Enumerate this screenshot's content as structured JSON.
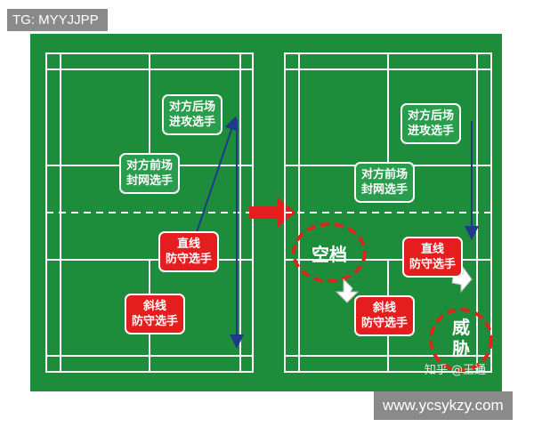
{
  "tag_label": "TG: MYYJJPP",
  "url_label": "www.ycsykzy.com",
  "watermark": "知乎 @王通",
  "colors": {
    "court": "#1d8c3b",
    "line": "#ffffff",
    "red": "#e41e1e",
    "arrow_blue": "#1f3a8a",
    "dashed_circle": "#d9271c"
  },
  "left_court": {
    "rear_attacker": [
      "对方后场",
      "进攻选手"
    ],
    "front_net": [
      "对方前场",
      "封网选手"
    ],
    "straight_defender": [
      "直线",
      "防守选手"
    ],
    "cross_defender": [
      "斜线",
      "防守选手"
    ]
  },
  "right_court": {
    "rear_attacker": [
      "对方后场",
      "进攻选手"
    ],
    "front_net": [
      "对方前场",
      "封网选手"
    ],
    "straight_defender": [
      "直线",
      "防守选手"
    ],
    "cross_defender": [
      "斜线",
      "防守选手"
    ],
    "gap_label": "空档",
    "threat_label": [
      "威",
      "胁"
    ]
  }
}
